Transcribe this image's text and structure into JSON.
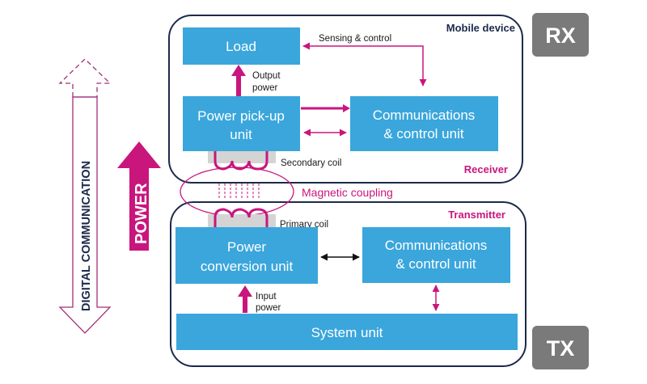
{
  "colors": {
    "block": "#3aa6dc",
    "accent": "#c8167d",
    "outline": "#1c2a4a",
    "badge": "#7a7a7a",
    "coil_core": "#d4d4d4"
  },
  "receiver": {
    "title": "Mobile device",
    "subtitle": "Receiver",
    "badge": "RX",
    "load": "Load",
    "pickup_line1": "Power pick-up",
    "pickup_line2": "unit",
    "comm_line1": "Communications",
    "comm_line2": "& control unit",
    "sensing_label": "Sensing & control",
    "output_line1": "Output",
    "output_line2": "power",
    "coil_label": "Secondary coil"
  },
  "coupling": {
    "label": "Magnetic coupling"
  },
  "transmitter": {
    "title": "Transmitter",
    "badge": "TX",
    "conversion_line1": "Power",
    "conversion_line2": "conversion unit",
    "comm_line1": "Communications",
    "comm_line2": "& control unit",
    "input_line1": "Input",
    "input_line2": "power",
    "system": "System unit",
    "coil_label": "Primary coil"
  },
  "side": {
    "digital_comm": "DIGITAL COMMUNICATION",
    "power": "POWER"
  }
}
